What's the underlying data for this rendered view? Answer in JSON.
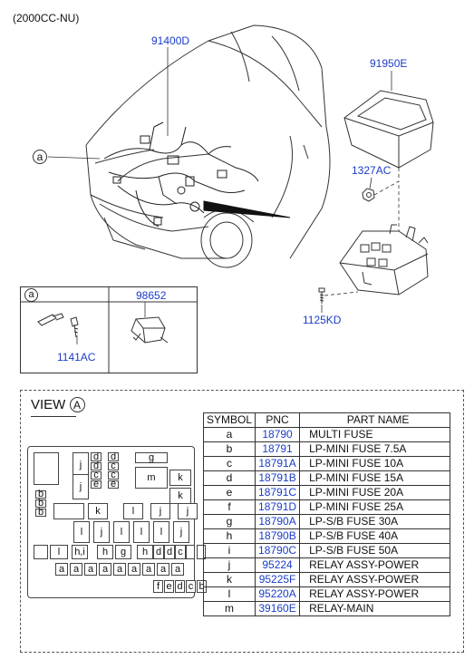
{
  "header": {
    "variant": "(2000CC-NU)"
  },
  "callouts": {
    "harness": "91400D",
    "cover": "91950E",
    "nut": "1327AC",
    "bolt": "1125KD",
    "view_ref": "a",
    "clip": "1141AC",
    "bracket": "98652"
  },
  "detail_box": {
    "circle_label": "a",
    "right_label": "98652",
    "clip_label": "1141AC"
  },
  "view": {
    "title": "VIEW",
    "ref": "A"
  },
  "table": {
    "headers": [
      "SYMBOL",
      "PNC",
      "PART NAME"
    ],
    "rows": [
      {
        "symbol": "a",
        "pnc": "18790",
        "name": "MULTI FUSE"
      },
      {
        "symbol": "b",
        "pnc": "18791",
        "name": "LP-MINI FUSE 7.5A"
      },
      {
        "symbol": "c",
        "pnc": "18791A",
        "name": "LP-MINI FUSE 10A"
      },
      {
        "symbol": "d",
        "pnc": "18791B",
        "name": "LP-MINI FUSE 15A"
      },
      {
        "symbol": "e",
        "pnc": "18791C",
        "name": "LP-MINI FUSE 20A"
      },
      {
        "symbol": "f",
        "pnc": "18791D",
        "name": "LP-MINI FUSE 25A"
      },
      {
        "symbol": "g",
        "pnc": "18790A",
        "name": "LP-S/B FUSE 30A"
      },
      {
        "symbol": "h",
        "pnc": "18790B",
        "name": "LP-S/B FUSE 40A"
      },
      {
        "symbol": "i",
        "pnc": "18790C",
        "name": "LP-S/B FUSE 50A"
      },
      {
        "symbol": "j",
        "pnc": "95224",
        "name": "RELAY ASSY-POWER"
      },
      {
        "symbol": "k",
        "pnc": "95225F",
        "name": "RELAY ASSY-POWER"
      },
      {
        "symbol": "l",
        "pnc": "95220A",
        "name": "RELAY ASSY-POWER"
      },
      {
        "symbol": "m",
        "pnc": "39160E",
        "name": "RELAY-MAIN"
      }
    ]
  },
  "fusebox": {
    "slots": [
      "j",
      "d",
      "d",
      "g",
      "j",
      "d",
      "c",
      "m",
      "k",
      "c",
      "c",
      "e",
      "e",
      "k",
      "b",
      "b",
      "b",
      "k",
      "l",
      "j",
      "j",
      "l",
      "j",
      "l",
      "l",
      "l",
      "j",
      "l",
      "h,i",
      "h",
      "g",
      "h",
      "d",
      "d",
      "c",
      "a",
      "a",
      "a",
      "a",
      "a",
      "a",
      "a",
      "a",
      "a",
      "f",
      "e",
      "d",
      "c",
      "b"
    ]
  }
}
